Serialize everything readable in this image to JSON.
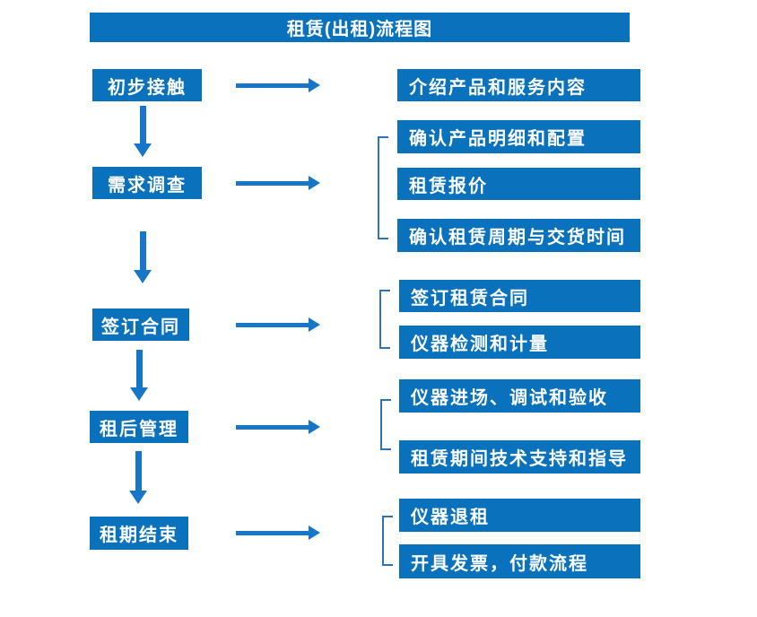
{
  "title": "租赁(出租)流程图",
  "colors": {
    "box_blue": "#0a71bd",
    "arrow_blue": "#1776c8",
    "bracket_blue": "#2e74b5",
    "text_white": "#ffffff"
  },
  "stages": [
    {
      "step": "初步接触",
      "details": [
        "介绍产品和服务内容"
      ]
    },
    {
      "step": "需求调查",
      "details": [
        "确认产品明细和配置",
        "租赁报价",
        "确认租赁周期与交货时间"
      ]
    },
    {
      "step": "签订合同",
      "details": [
        "签订租赁合同",
        "仪器检测和计量"
      ]
    },
    {
      "step": "租后管理",
      "details": [
        "仪器进场、调试和验收",
        "租赁期间技术支持和指导"
      ]
    },
    {
      "step": "租期结束",
      "details": [
        "仪器退租",
        "开具发票，付款流程"
      ]
    }
  ]
}
